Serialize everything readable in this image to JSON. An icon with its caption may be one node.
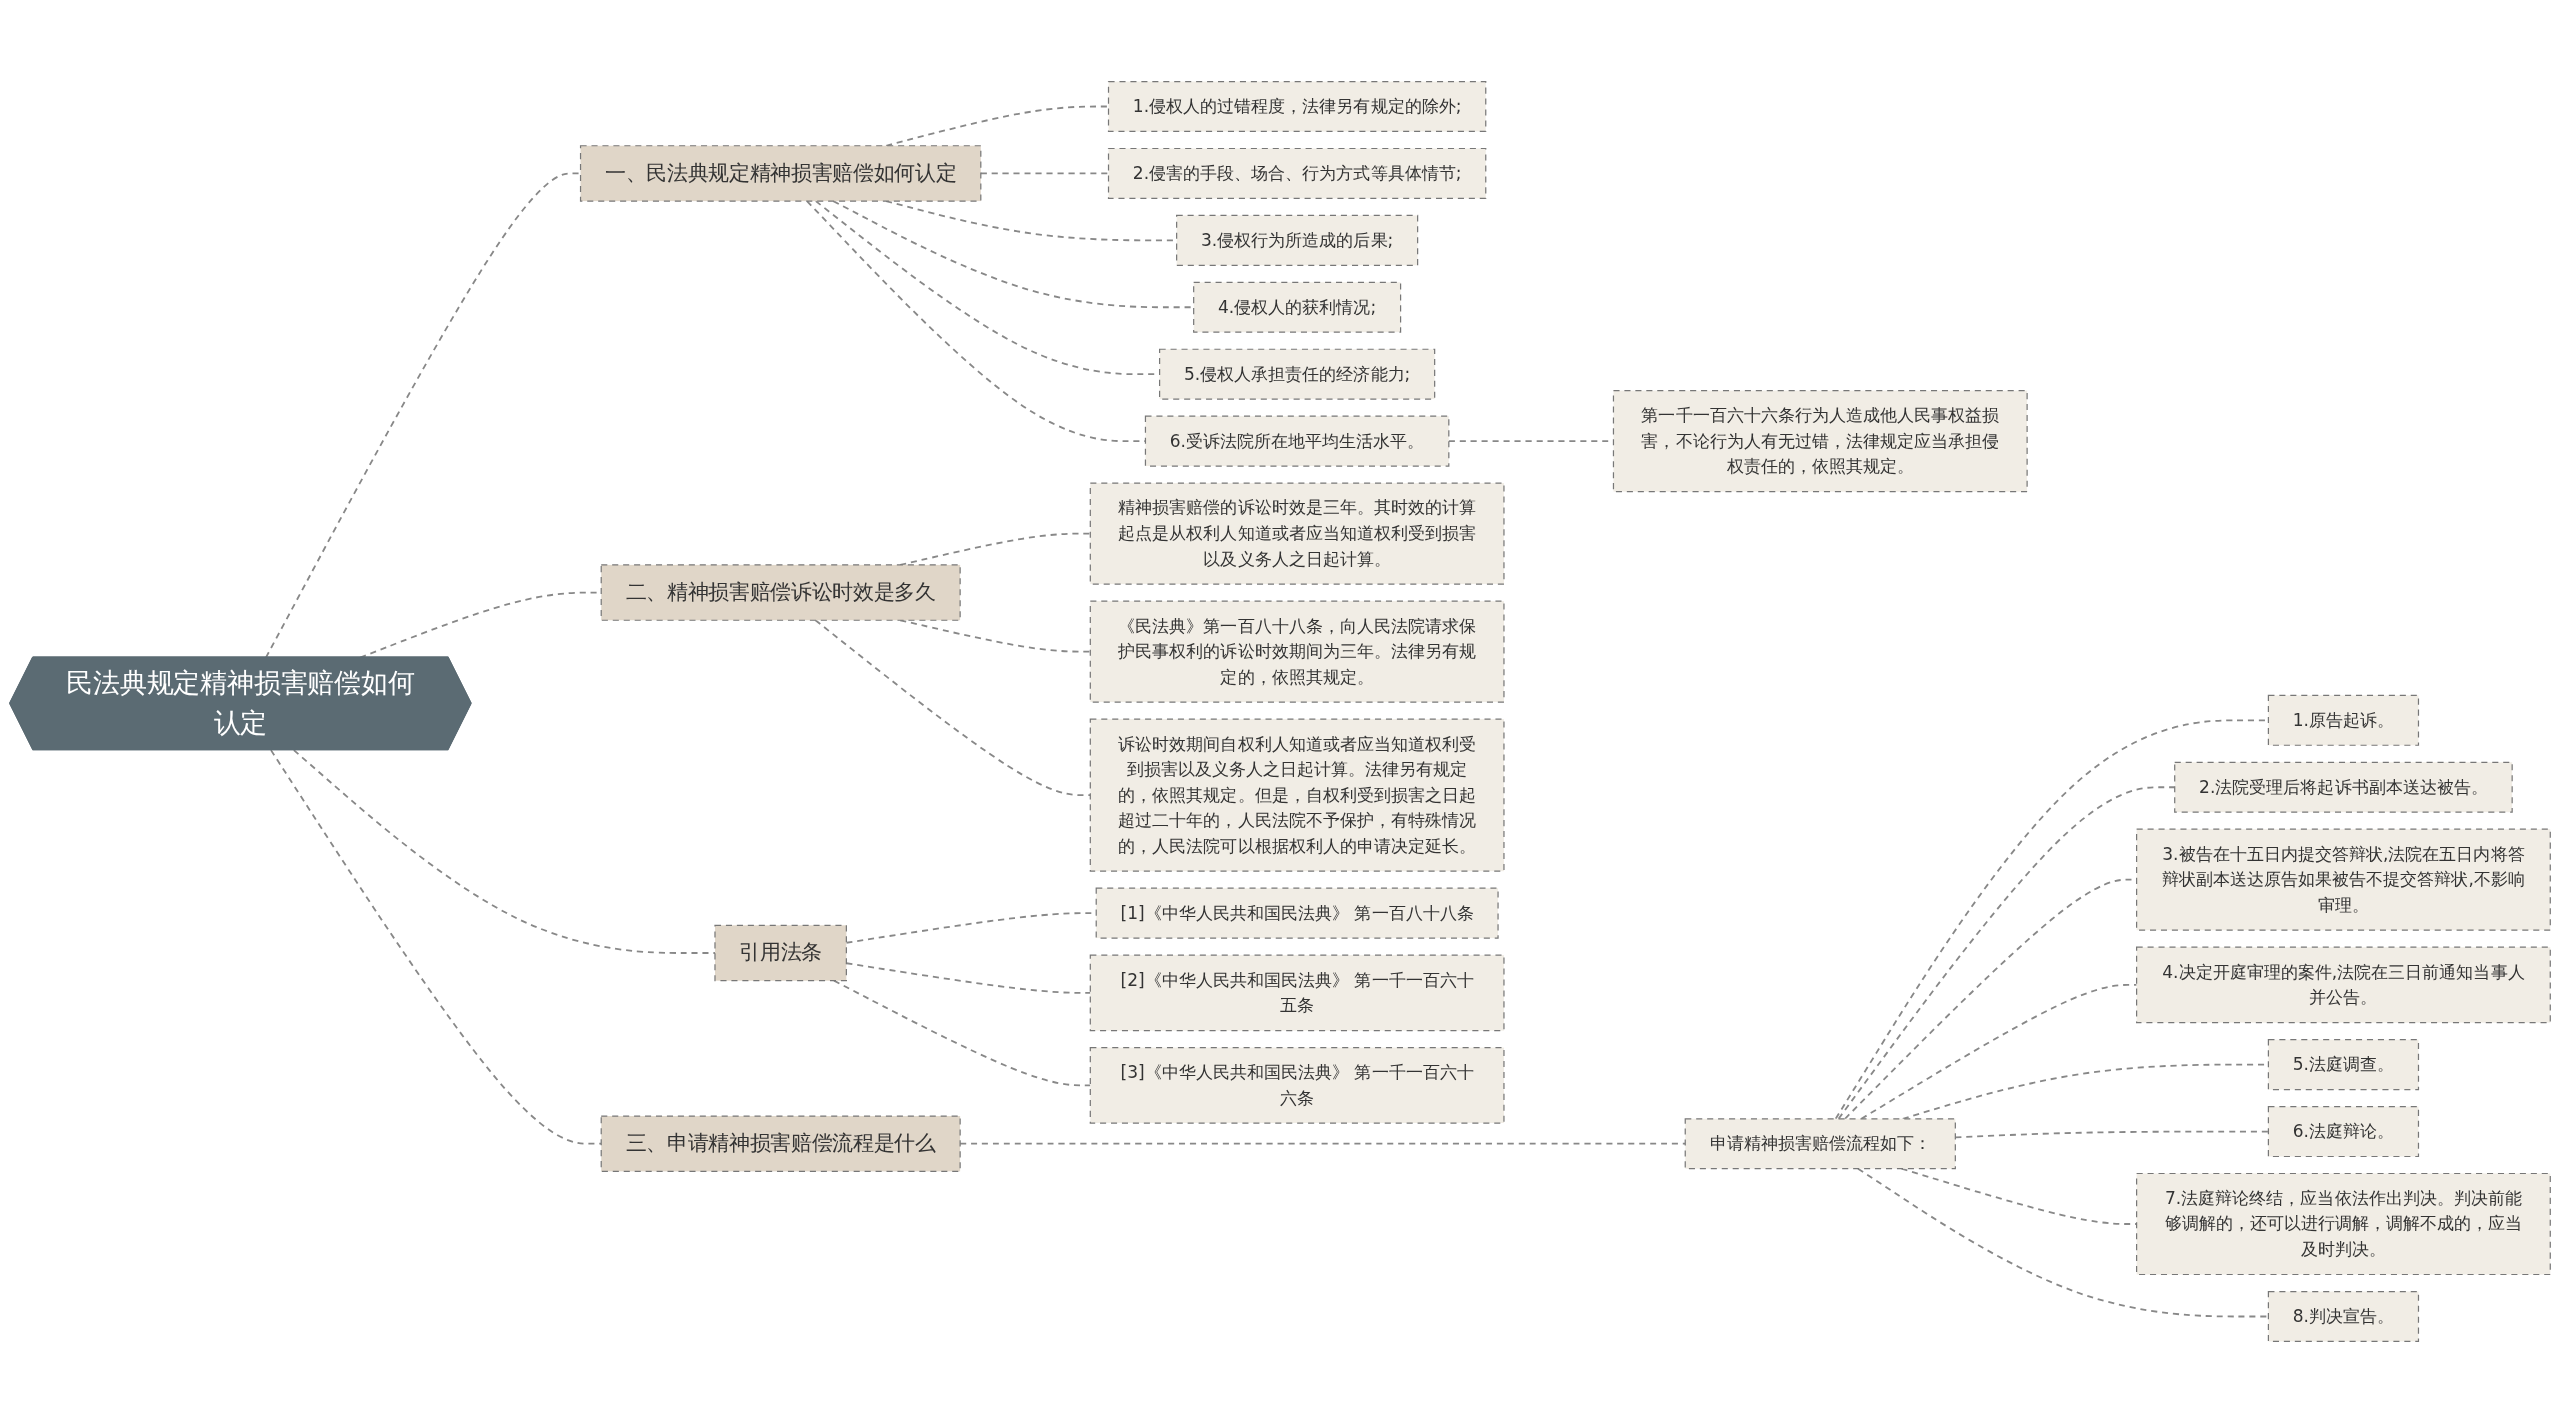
{
  "diagram": {
    "nodes": [
      {
        "text": [
          "民法典规定精神损害赔偿如何认定"
        ]
      },
      {
        "text": [
          "一、民法典规定精神损害赔偿如何认定"
        ]
      },
      {
        "text": [
          "1.侵权人的过错程度，法律另有规定的除外;"
        ]
      },
      {
        "text": [
          "2.侵害的手段、场合、行为方式等具体情节;"
        ]
      },
      {
        "text": [
          "3.侵权行为所造成的后果;"
        ]
      },
      {
        "text": [
          "4.侵权人的获利情况;"
        ]
      },
      {
        "text": [
          "5.侵权人承担责任的经济能力;"
        ]
      },
      {
        "text": [
          "6.受诉法院所在地平均生活水平。"
        ]
      },
      {
        "text": [
          "第一千一百六十六条行为人造成他人民事权益损害，不论行为人有无过错，法律规定应当承担侵权责任的，依照其规定。"
        ]
      },
      {
        "text": [
          "二、精神损害赔偿诉讼时效是多久"
        ]
      },
      {
        "text": [
          "精神损害赔偿的诉讼时效是三年。其时效的计算起点是从权利人知道或者应当知道权利受到损害以及义务人之日起计算。"
        ]
      },
      {
        "text": [
          "《民法典》第一百八十八条，向人民法院请求保护民事权利的诉讼时效期间为三年。法律另有规定的，依照其规定。"
        ]
      },
      {
        "text": [
          "诉讼时效期间自权利人知道或者应当知道权利受到损害以及义务人之日起计算。法律另有规定的，依照其规定。但是，自权利受到损害之日起超过二十年的，人民法院不予保护，有特殊情况的，人民法院可以根据权利人的申请决定延长。"
        ]
      },
      {
        "text": [
          "引用法条"
        ]
      },
      {
        "text": [
          "[1]《中华人民共和国民法典》 第一百八十八条"
        ]
      },
      {
        "text": [
          "[2]《中华人民共和国民法典》 第一千一百六十五条"
        ]
      },
      {
        "text": [
          "[3]《中华人民共和国民法典》 第一千一百六十六条"
        ]
      },
      {
        "text": [
          "三、申请精神损害赔偿流程是什么"
        ]
      },
      {
        "text": [
          "申请精神损害赔偿流程如下："
        ]
      },
      {
        "text": [
          "1.原告起诉。"
        ]
      },
      {
        "text": [
          "2.法院受理后将起诉书副本送达被告。"
        ]
      },
      {
        "text": [
          "3.被告在十五日内提交答辩状,法院在五日内将答辩状副本送达原告如果被告不提交答辩状,不影响审理。"
        ]
      },
      {
        "text": [
          "4.决定开庭审理的案件,法院在三日前通知当事人并公告。"
        ]
      },
      {
        "text": [
          "5.法庭调查。"
        ]
      },
      {
        "text": [
          "6.法庭辩论。"
        ]
      },
      {
        "text": [
          "7.法庭辩论终结，应当依法作出判决。判决前能够调解的，还可以进行调解，调解不成的，应当及时判决。"
        ]
      },
      {
        "text": [
          "8.判决宣告。"
        ]
      }
    ],
    "edges": [
      {
        "from": 0,
        "to": 1,
        "arrow": "none"
      },
      {
        "from": 1,
        "to": 2,
        "arrow": "none"
      },
      {
        "from": 1,
        "to": 3,
        "arrow": "none"
      },
      {
        "from": 1,
        "to": 4,
        "arrow": "none"
      },
      {
        "from": 1,
        "to": 5,
        "arrow": "none"
      },
      {
        "from": 1,
        "to": 6,
        "arrow": "none"
      },
      {
        "from": 1,
        "to": 7,
        "arrow": "none"
      },
      {
        "from": 7,
        "to": 8,
        "arrow": "none"
      },
      {
        "from": 0,
        "to": 9,
        "arrow": "none"
      },
      {
        "from": 9,
        "to": 10,
        "arrow": "none"
      },
      {
        "from": 9,
        "to": 11,
        "arrow": "none"
      },
      {
        "from": 9,
        "to": 12,
        "arrow": "none"
      },
      {
        "from": 0,
        "to": 13,
        "arrow": "none"
      },
      {
        "from": 13,
        "to": 14,
        "arrow": "none"
      },
      {
        "from": 13,
        "to": 15,
        "arrow": "none"
      },
      {
        "from": 13,
        "to": 16,
        "arrow": "none"
      },
      {
        "from": 0,
        "to": 17,
        "arrow": "none"
      },
      {
        "from": 17,
        "to": 18,
        "arrow": "none"
      },
      {
        "from": 18,
        "to": 19,
        "arrow": "none"
      },
      {
        "from": 18,
        "to": 20,
        "arrow": "none"
      },
      {
        "from": 18,
        "to": 21,
        "arrow": "none"
      },
      {
        "from": 18,
        "to": 22,
        "arrow": "none"
      },
      {
        "from": 18,
        "to": 23,
        "arrow": "none"
      },
      {
        "from": 18,
        "to": 24,
        "arrow": "none"
      },
      {
        "from": 18,
        "to": 25,
        "arrow": "none"
      },
      {
        "from": 18,
        "to": 26,
        "arrow": "none"
      }
    ]
  }
}
